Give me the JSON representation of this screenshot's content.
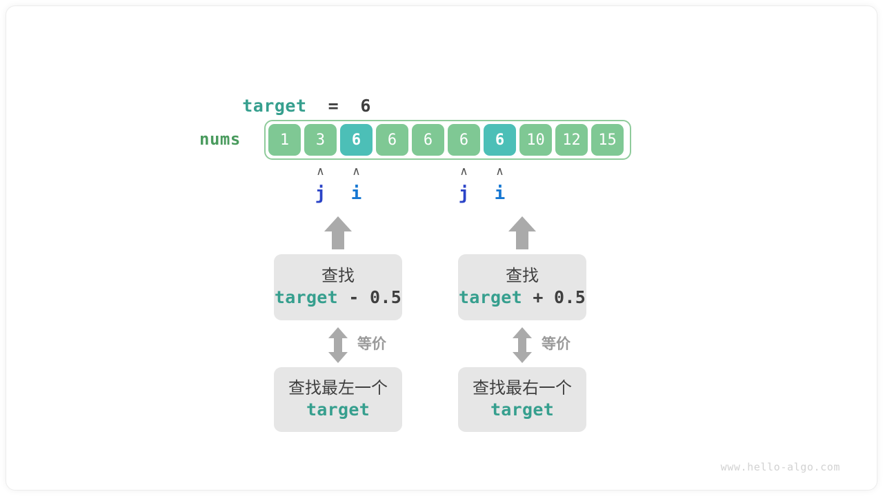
{
  "figure": {
    "target_label": "target",
    "equals": "=",
    "target_value": "6",
    "nums_label": "nums",
    "watermark": "www.hello-algo.com",
    "colors": {
      "code_teal": "#369f8e",
      "text_dark": "#3f3f3f",
      "nums_green": "#4a9b5e",
      "cell_green": "#7fc894",
      "cell_highlight_teal": "#4cbfb7",
      "array_border_green": "#8fcb9b",
      "pointer_j_blue": "#2b44c7",
      "pointer_i_blue": "#1677d2",
      "arrow_gray": "#aaaaaa",
      "box_gray": "#e6e6e6",
      "watermark_gray": "#d2d2d2"
    }
  },
  "array": {
    "values": [
      "1",
      "3",
      "6",
      "6",
      "6",
      "6",
      "6",
      "10",
      "12",
      "15"
    ],
    "highlighted_indices": [
      2,
      6
    ]
  },
  "pointers": [
    {
      "caret": "∧",
      "label": "j",
      "kind": "j",
      "cell_index": 1
    },
    {
      "caret": "∧",
      "label": "i",
      "kind": "i",
      "cell_index": 2
    },
    {
      "caret": "∧",
      "label": "j",
      "kind": "j",
      "cell_index": 5
    },
    {
      "caret": "∧",
      "label": "i",
      "kind": "i",
      "cell_index": 6
    }
  ],
  "branches": [
    {
      "id": "left",
      "top_box": {
        "title": "查找",
        "code_term": "target",
        "code_op": " - 0.5"
      },
      "equiv_label": "等价",
      "bottom_box": {
        "title": "查找最左一个",
        "code_term": "target"
      }
    },
    {
      "id": "right",
      "top_box": {
        "title": "查找",
        "code_term": "target",
        "code_op": " + 0.5"
      },
      "equiv_label": "等价",
      "bottom_box": {
        "title": "查找最右一个",
        "code_term": "target"
      }
    }
  ]
}
